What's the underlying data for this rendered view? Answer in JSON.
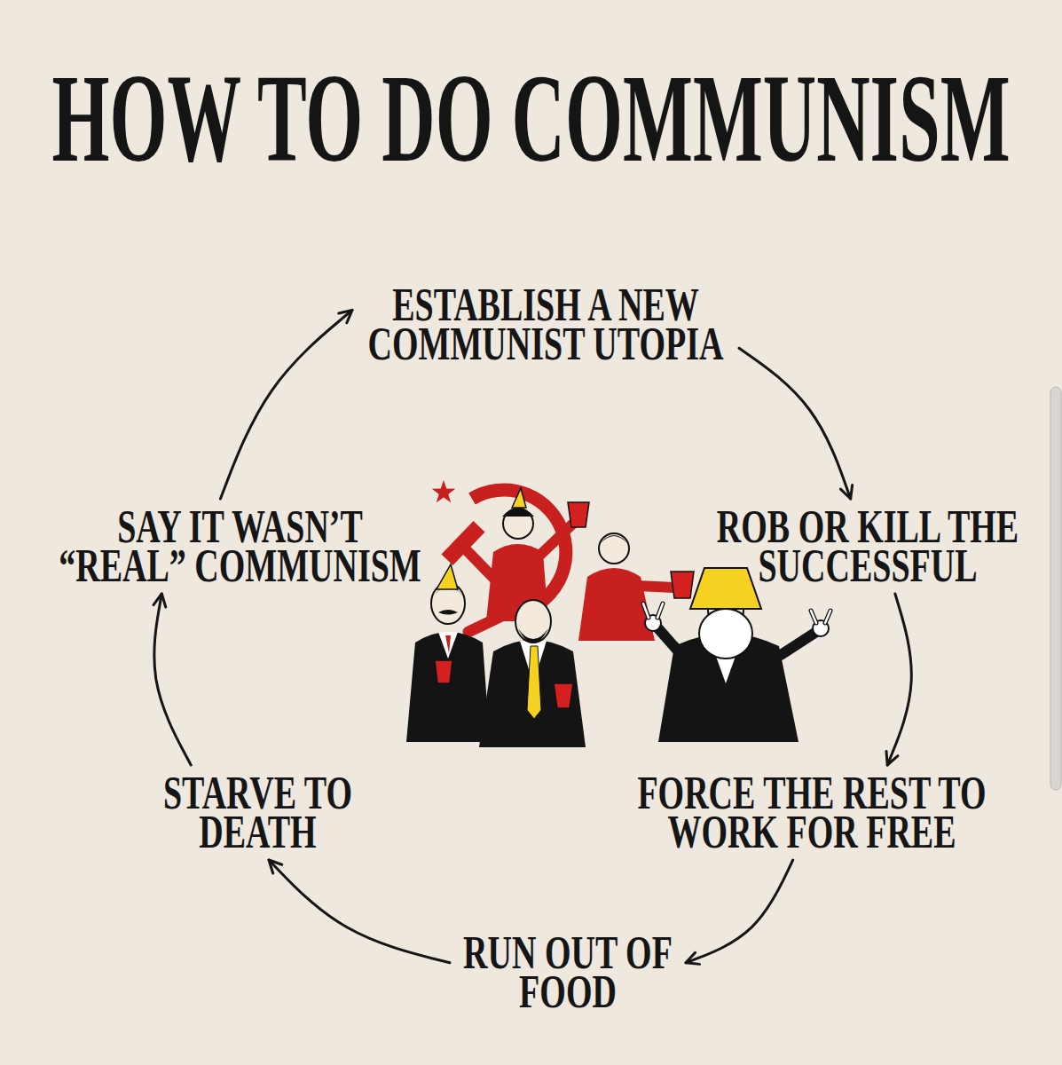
{
  "diagram": {
    "title": "HOW TO DO COMMUNISM",
    "nodes": [
      {
        "text": [
          "ESTABLISH A NEW COMMUNIST UTOPIA"
        ]
      },
      {
        "text": [
          "ROB OR KILL THE SUCCESSFUL"
        ]
      },
      {
        "text": [
          "FORCE THE REST TO WORK FOR FREE"
        ]
      },
      {
        "text": [
          "RUN OUT OF FOOD"
        ]
      },
      {
        "text": [
          "STARVE TO DEATH"
        ]
      },
      {
        "text": [
          "SAY IT WASN’T “REAL” COMMUNISM"
        ]
      }
    ],
    "edges": [
      {
        "from": 0,
        "to": 1,
        "arrow": "to"
      },
      {
        "from": 1,
        "to": 2,
        "arrow": "to"
      },
      {
        "from": 2,
        "to": 3,
        "arrow": "to"
      },
      {
        "from": 3,
        "to": 4,
        "arrow": "to"
      },
      {
        "from": 4,
        "to": 5,
        "arrow": "to"
      },
      {
        "from": 5,
        "to": 0,
        "arrow": "to"
      }
    ]
  }
}
